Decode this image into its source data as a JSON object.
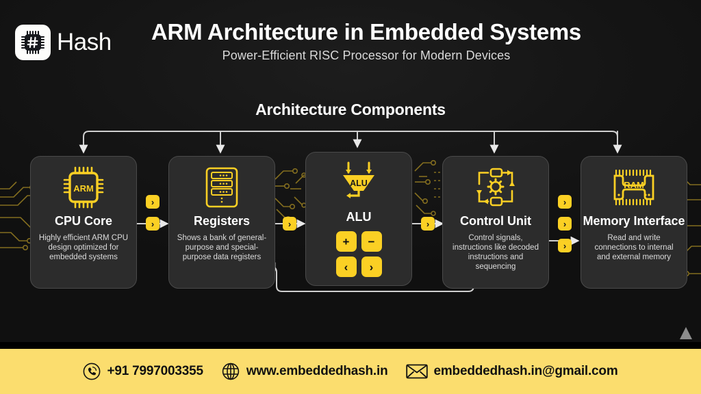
{
  "brand": {
    "name": "Hash",
    "logo_icon": "chip-hash-icon"
  },
  "header": {
    "title": "ARM Architecture in Embedded Systems",
    "subtitle": "Power-Efficient RISC Processor for Modern Devices"
  },
  "section": {
    "title": "Architecture Components"
  },
  "colors": {
    "accent": "#fbd024",
    "footer_bg": "#fbdd6e",
    "card_bg": "#2c2c2c",
    "page_bg": "#141414",
    "text_primary": "#ffffff",
    "text_secondary": "#dcdcdc",
    "circuit_trace": "#8a7320"
  },
  "cards": [
    {
      "id": "cpu-core",
      "title": "CPU Core",
      "desc": "Highly efficient ARM CPU design optimized for embedded systems",
      "icon": "arm-chip-icon",
      "icon_label": "ARM"
    },
    {
      "id": "registers",
      "title": "Registers",
      "desc": "Shows a bank of general-purpose and special-purpose data registers",
      "icon": "register-bank-icon",
      "icon_label": ""
    },
    {
      "id": "alu",
      "title": "ALU",
      "desc": "",
      "icon": "alu-funnel-icon",
      "icon_label": "ALU",
      "operations": [
        "+",
        "−",
        "‹",
        "›"
      ]
    },
    {
      "id": "control-unit",
      "title": "Control Unit",
      "desc": "Control signals, instructions like decoded instructions and sequencing",
      "icon": "gear-loop-icon",
      "icon_label": ""
    },
    {
      "id": "memory-interface",
      "title": "Memory Interface",
      "desc": "Read and write connections to internal and external memory",
      "icon": "ram-chip-icon",
      "icon_label": "RAM"
    }
  ],
  "flow_badges": {
    "glyph": "›",
    "count_between_cpu_registers": 2,
    "count_after_control_unit": 3
  },
  "footer": {
    "phone": "+91 7997003355",
    "website": "www.embeddedhash.in",
    "email": "embeddedhash.in@gmail.com",
    "phone_icon": "phone-circle-icon",
    "website_icon": "globe-icon",
    "email_icon": "envelope-icon"
  }
}
